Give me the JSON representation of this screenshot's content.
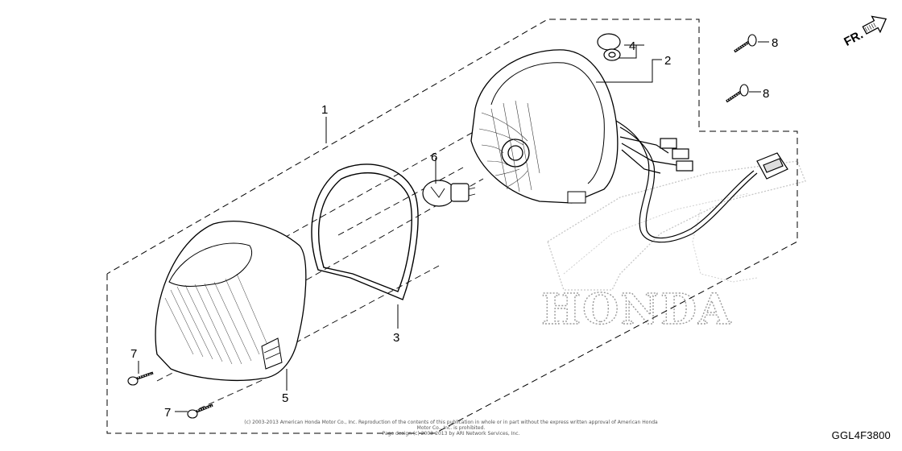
{
  "diagram": {
    "code": "GGL4F3800",
    "direction_label": "FR.",
    "watermark": "HONDA",
    "copyright_line1": "(c) 2003-2013 American Honda Motor Co., Inc. Reproduction of the contents of this publication in whole or in part without the express written approval of American Honda Motor Co., Inc. is prohibited.",
    "copyright_line2": "Page design (c) 2003-2013 by ARI Network Services, Inc."
  },
  "callouts": {
    "c1": "1",
    "c2": "2",
    "c3": "3",
    "c4": "4",
    "c5": "5",
    "c6": "6",
    "c7a": "7",
    "c7b": "7",
    "c8a": "8",
    "c8b": "8"
  },
  "icons": {
    "direction": "arrow-right-icon"
  }
}
